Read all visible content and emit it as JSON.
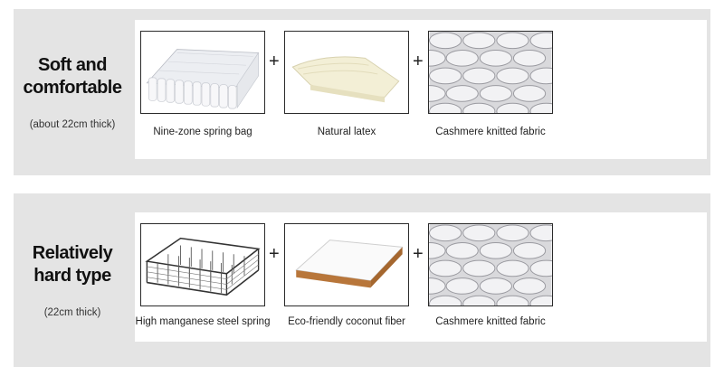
{
  "rows": [
    {
      "title_line1": "Soft and",
      "title_line2": "comfortable",
      "thickness": "(about 22cm thick)",
      "items": [
        {
          "caption": "Nine-zone spring bag",
          "icon": "pocket-spring-icon"
        },
        {
          "caption": "Natural latex",
          "icon": "latex-layer-icon"
        },
        {
          "caption": "Cashmere knitted fabric",
          "icon": "quilted-fabric-icon"
        }
      ]
    },
    {
      "title_line1": "Relatively",
      "title_line2": "hard type",
      "thickness": "(22cm thick)",
      "items": [
        {
          "caption": "High manganese steel spring",
          "icon": "steel-spring-icon"
        },
        {
          "caption": "Eco-friendly coconut fiber",
          "icon": "coconut-fiber-board-icon"
        },
        {
          "caption": "Cashmere knitted fabric",
          "icon": "quilted-fabric-icon"
        }
      ]
    }
  ],
  "plus_sign": "+"
}
